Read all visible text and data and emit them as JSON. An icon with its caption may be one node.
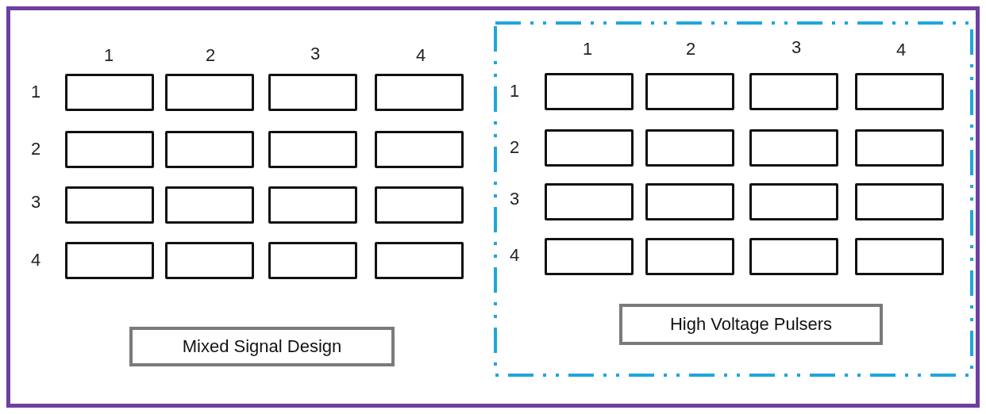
{
  "diagram": {
    "nodes": [
      {
        "text": [],
        "shape": "box"
      },
      {
        "text": [],
        "shape": "box",
        "in": 0
      },
      {
        "text": [],
        "shape": "box",
        "in": 0
      },
      {
        "text": [],
        "shape": "box",
        "in": 0
      },
      {
        "text": [],
        "shape": "box",
        "in": 0
      },
      {
        "text": [],
        "shape": "box",
        "in": 0
      },
      {
        "text": [],
        "shape": "box",
        "in": 0
      },
      {
        "text": [],
        "shape": "box",
        "in": 0
      },
      {
        "text": [],
        "shape": "box",
        "in": 0
      },
      {
        "text": [],
        "shape": "box",
        "in": 0
      },
      {
        "text": [],
        "shape": "box",
        "in": 0
      },
      {
        "text": [],
        "shape": "box",
        "in": 0
      },
      {
        "text": [],
        "shape": "box",
        "in": 0
      },
      {
        "text": [],
        "shape": "box",
        "in": 0
      },
      {
        "text": [],
        "shape": "box",
        "in": 0
      },
      {
        "text": [],
        "shape": "box",
        "in": 0
      },
      {
        "text": [],
        "shape": "box",
        "in": 0
      },
      {
        "text": [
          "Mixed Signal Design"
        ],
        "in": 0
      },
      {
        "text": [],
        "shape": "box",
        "in": 0
      },
      {
        "text": [],
        "shape": "box",
        "in": 18
      },
      {
        "text": [],
        "shape": "box",
        "in": 18
      },
      {
        "text": [],
        "shape": "box",
        "in": 18
      },
      {
        "text": [],
        "shape": "box",
        "in": 18
      },
      {
        "text": [],
        "shape": "box",
        "in": 18
      },
      {
        "text": [],
        "shape": "box",
        "in": 18
      },
      {
        "text": [],
        "shape": "box",
        "in": 18
      },
      {
        "text": [],
        "shape": "box",
        "in": 18
      },
      {
        "text": [],
        "shape": "box",
        "in": 18
      },
      {
        "text": [],
        "shape": "box",
        "in": 18
      },
      {
        "text": [],
        "shape": "box",
        "in": 18
      },
      {
        "text": [],
        "shape": "box",
        "in": 18
      },
      {
        "text": [],
        "shape": "box",
        "in": 18
      },
      {
        "text": [],
        "shape": "box",
        "in": 18
      },
      {
        "text": [],
        "shape": "box",
        "in": 18
      },
      {
        "text": [],
        "shape": "box",
        "in": 18
      },
      {
        "text": [
          "High Voltage Pulsers"
        ],
        "in": 18
      }
    ],
    "labels": [
      "1",
      "2",
      "3",
      "4",
      "1",
      "2",
      "3",
      "4",
      "1",
      "1",
      "2",
      "2",
      "3",
      "3",
      "4",
      "4"
    ]
  }
}
